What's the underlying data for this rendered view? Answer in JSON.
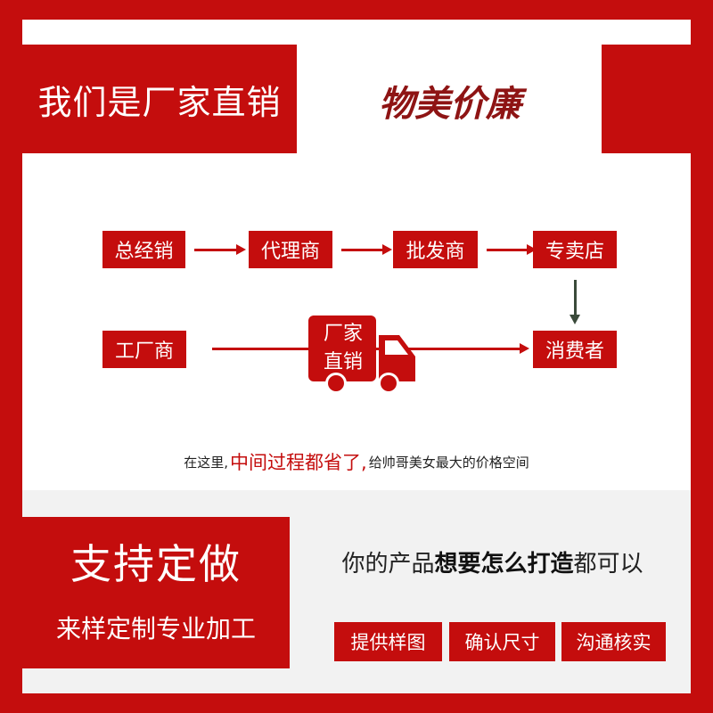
{
  "header": {
    "headline": "我们是厂家直销",
    "slogan": "物美价廉"
  },
  "flow": {
    "chain": [
      "总经销",
      "代理商",
      "批发商",
      "专卖店"
    ],
    "factory": "工厂商",
    "consumer": "消费者",
    "truck_line1": "厂家",
    "truck_line2": "直销"
  },
  "note": {
    "prefix": "在这里,",
    "highlight": "中间过程都省了,",
    "suffix": "给帅哥美女最大的价格空间"
  },
  "custom": {
    "title": "支持定做",
    "subtitle": "来样定制专业加工",
    "tagline_prefix": "你的产品",
    "tagline_strong": "想要怎么打造",
    "tagline_suffix": "都可以",
    "steps": [
      "提供样图",
      "确认尺寸",
      "沟通核实"
    ]
  },
  "colors": {
    "brand_red": "#c40d0d",
    "slogan_red": "#8e1414",
    "arrow_dark": "#3a4a3a"
  }
}
